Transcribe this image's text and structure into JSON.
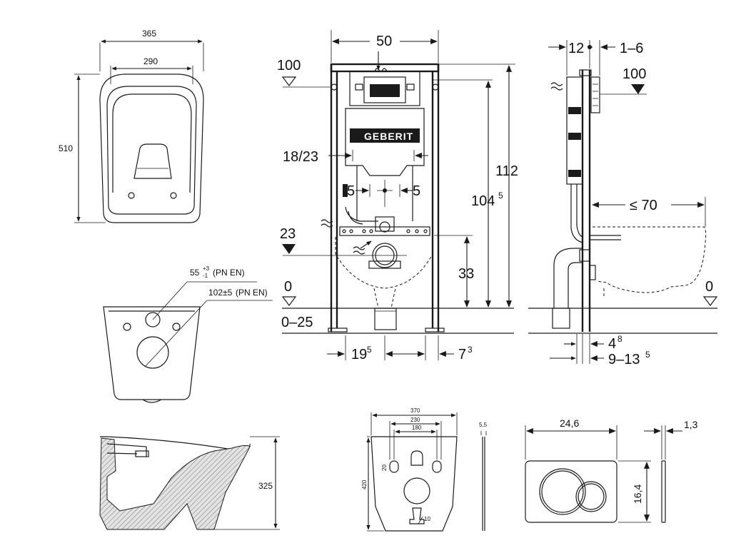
{
  "toilet_top": {
    "width_outer": "365",
    "width_inner": "290",
    "length": "510"
  },
  "toilet_rear": {
    "outlet_small": "55",
    "tol_plus": "+3",
    "tol_minus": "-1",
    "std_small": "(PN EN)",
    "outlet_large": "102±5",
    "std_large": "(PN EN)"
  },
  "toilet_side": {
    "height": "325"
  },
  "frame_front": {
    "width": "50",
    "top_level": "100",
    "height_total": "112",
    "height_main": "104",
    "height_main_sup": "5",
    "spacing": "18/23",
    "offset_left": "5",
    "offset_right": "5",
    "inlet_level": "23",
    "outlet_height": "33",
    "floor_level": "0",
    "floor_range": "0–25",
    "bottom_left": "19",
    "bottom_left_sup": "5",
    "bottom_right": "7",
    "bottom_right_sup": "3",
    "logo_text": "GEBERIT"
  },
  "frame_side": {
    "depth": "12",
    "wall_range": "1–6",
    "top_level": "100",
    "projection": "≤ 70",
    "floor_level": "0",
    "offset_a": "4",
    "offset_a_sup": "8",
    "offset_b": "9–13",
    "offset_b_sup": "5"
  },
  "mat": {
    "width_outer": "370",
    "width_mid": "230",
    "width_inner": "180",
    "thickness": "5,5",
    "height": "420",
    "hole_a": "20",
    "hole_b": "10"
  },
  "plate": {
    "width": "24,6",
    "height": "16,4",
    "thickness": "1,3"
  }
}
